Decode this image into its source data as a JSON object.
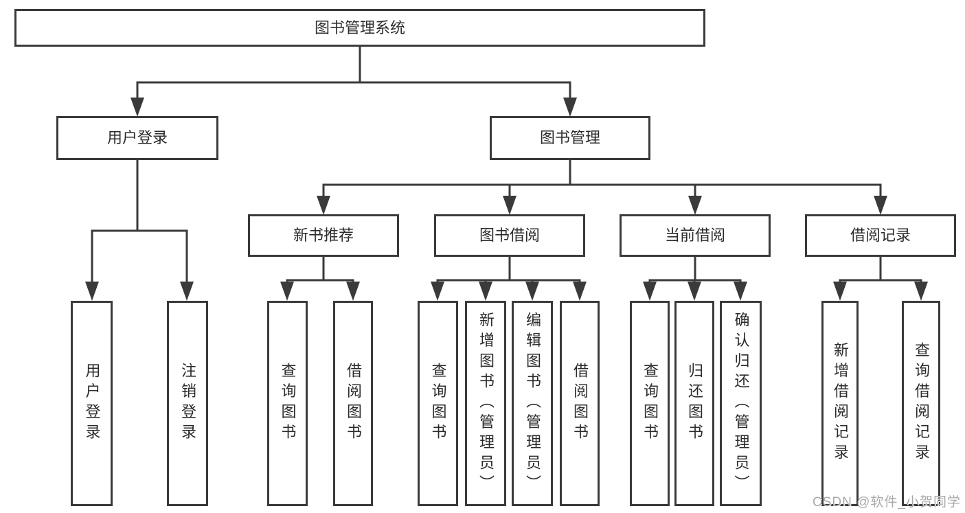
{
  "diagram": {
    "root": {
      "label": "图书管理系统"
    },
    "branches": [
      {
        "label": "用户登录",
        "leaves": [
          {
            "label": "用户登录"
          },
          {
            "label": "注销登录"
          }
        ]
      },
      {
        "label": "图书管理",
        "groups": [
          {
            "label": "新书推荐",
            "leaves": [
              {
                "label": "查询图书"
              },
              {
                "label": "借阅图书"
              }
            ]
          },
          {
            "label": "图书借阅",
            "leaves": [
              {
                "label": "查询图书"
              },
              {
                "label": "新增图书（管理员）"
              },
              {
                "label": "编辑图书（管理员）"
              },
              {
                "label": "借阅图书"
              }
            ]
          },
          {
            "label": "当前借阅",
            "leaves": [
              {
                "label": "查询图书"
              },
              {
                "label": "归还图书"
              },
              {
                "label": "确认归还（管理员）"
              }
            ]
          },
          {
            "label": "借阅记录",
            "leaves": [
              {
                "label": "新增借阅记录"
              },
              {
                "label": "查询借阅记录"
              }
            ]
          }
        ]
      }
    ]
  },
  "watermark": {
    "text": "CSDN @软件_小贺同学"
  },
  "colors": {
    "line": "#3a3a3a",
    "text": "#2b2b2b",
    "background": "#ffffff",
    "watermark": "#a9a9a9"
  }
}
